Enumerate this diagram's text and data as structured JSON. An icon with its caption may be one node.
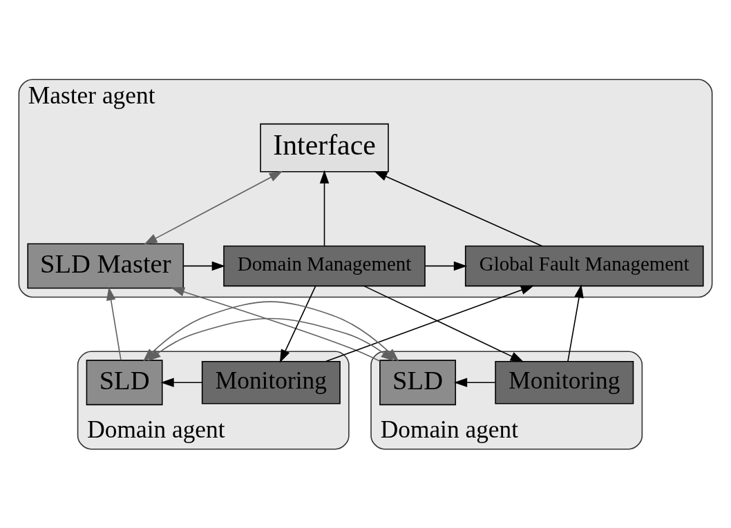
{
  "diagram": {
    "nodes": [
      {
        "text": [
          "Master agent"
        ]
      },
      {
        "text": [
          "Interface"
        ],
        "in": 0
      },
      {
        "text": [
          "SLD Master"
        ],
        "in": 0
      },
      {
        "text": [
          "Domain Management"
        ],
        "in": 0
      },
      {
        "text": [
          "Global Fault Management"
        ],
        "in": 0
      },
      {
        "text": [
          "Domain agent"
        ]
      },
      {
        "text": [
          "SLD"
        ],
        "in": 5
      },
      {
        "text": [
          "Monitoring"
        ],
        "in": 5
      },
      {
        "text": [
          "Domain agent"
        ]
      },
      {
        "text": [
          "SLD"
        ],
        "in": 8
      },
      {
        "text": [
          "Monitoring"
        ],
        "in": 8
      }
    ],
    "edges": [
      {
        "from": 2,
        "to": 1,
        "arrow": "both",
        "color": "#606060"
      },
      {
        "from": 3,
        "to": 1,
        "arrow": "to"
      },
      {
        "from": 4,
        "to": 1,
        "arrow": "to"
      },
      {
        "from": 2,
        "to": 3,
        "arrow": "to"
      },
      {
        "from": 3,
        "to": 4,
        "arrow": "to"
      },
      {
        "from": 6,
        "to": 2,
        "arrow": "to",
        "color": "#606060"
      },
      {
        "from": 9,
        "to": 2,
        "arrow": "to",
        "color": "#606060"
      },
      {
        "from": 3,
        "to": 7,
        "arrow": "to"
      },
      {
        "from": 7,
        "to": 4,
        "arrow": "to"
      },
      {
        "from": 3,
        "to": 10,
        "arrow": "to"
      },
      {
        "from": 10,
        "to": 4,
        "arrow": "to"
      },
      {
        "from": 7,
        "to": 6,
        "arrow": "to"
      },
      {
        "from": 10,
        "to": 9,
        "arrow": "to"
      },
      {
        "from": 6,
        "to": 9,
        "arrow": "both",
        "color": "#606060"
      }
    ]
  }
}
